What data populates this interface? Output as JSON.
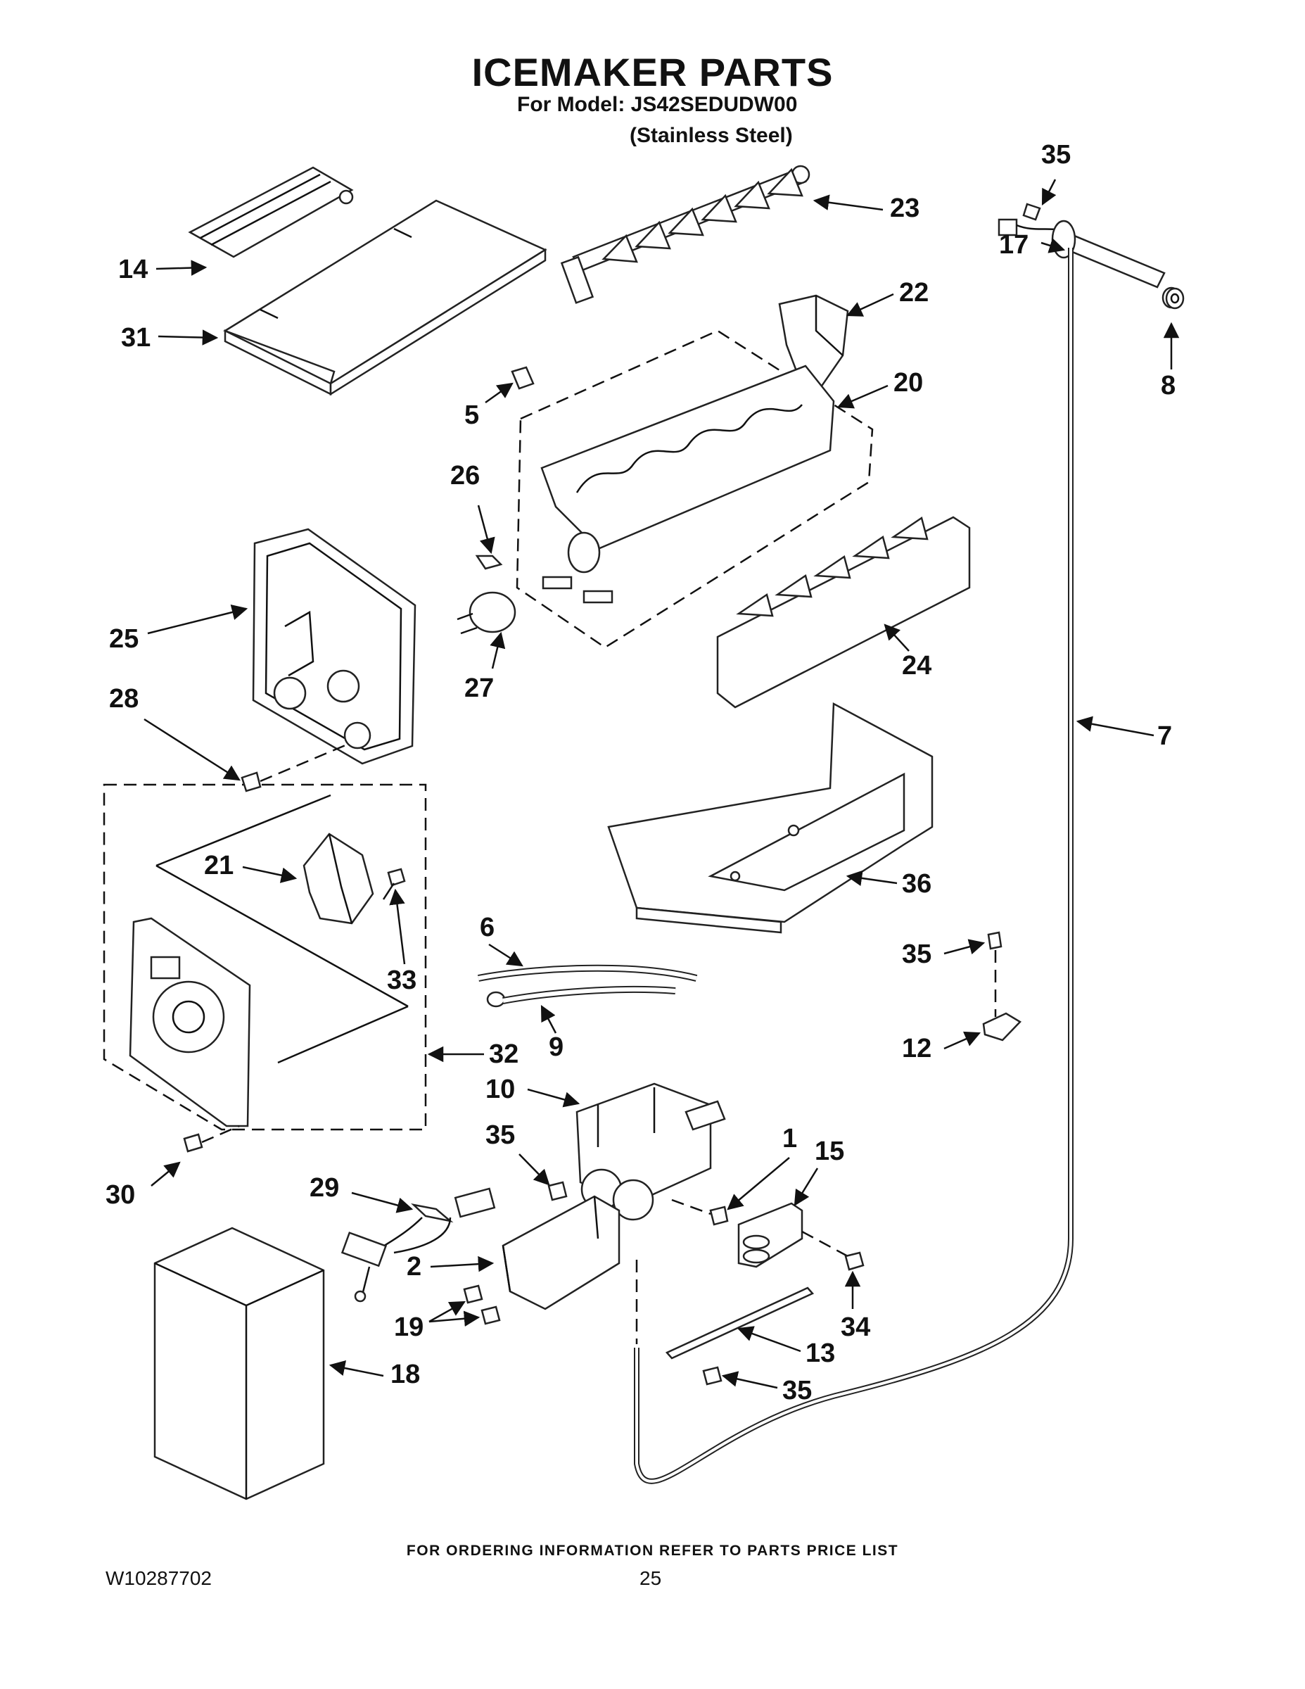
{
  "header": {
    "title": "ICEMAKER PARTS",
    "model_line": "For Model: JS42SEDUDW00",
    "variant": "(Stainless Steel)"
  },
  "footer": {
    "note": "FOR ORDERING INFORMATION REFER TO PARTS PRICE LIST",
    "doc_number": "W10287702",
    "page_number": "25"
  },
  "callouts": [
    {
      "id": "c35a",
      "label": "35"
    },
    {
      "id": "c23",
      "label": "23"
    },
    {
      "id": "c17",
      "label": "17"
    },
    {
      "id": "c14",
      "label": "14"
    },
    {
      "id": "c22",
      "label": "22"
    },
    {
      "id": "c31",
      "label": "31"
    },
    {
      "id": "c8",
      "label": "8"
    },
    {
      "id": "c20",
      "label": "20"
    },
    {
      "id": "c5",
      "label": "5"
    },
    {
      "id": "c26",
      "label": "26"
    },
    {
      "id": "c25",
      "label": "25"
    },
    {
      "id": "c24",
      "label": "24"
    },
    {
      "id": "c27",
      "label": "27"
    },
    {
      "id": "c28",
      "label": "28"
    },
    {
      "id": "c7",
      "label": "7"
    },
    {
      "id": "c21",
      "label": "21"
    },
    {
      "id": "c36",
      "label": "36"
    },
    {
      "id": "c6",
      "label": "6"
    },
    {
      "id": "c33",
      "label": "33"
    },
    {
      "id": "c35b",
      "label": "35"
    },
    {
      "id": "c9",
      "label": "9"
    },
    {
      "id": "c32",
      "label": "32"
    },
    {
      "id": "c12",
      "label": "12"
    },
    {
      "id": "c10",
      "label": "10"
    },
    {
      "id": "c1",
      "label": "1"
    },
    {
      "id": "c35c",
      "label": "35"
    },
    {
      "id": "c15",
      "label": "15"
    },
    {
      "id": "c30",
      "label": "30"
    },
    {
      "id": "c29",
      "label": "29"
    },
    {
      "id": "c2",
      "label": "2"
    },
    {
      "id": "c34",
      "label": "34"
    },
    {
      "id": "c19",
      "label": "19"
    },
    {
      "id": "c13",
      "label": "13"
    },
    {
      "id": "c18",
      "label": "18"
    },
    {
      "id": "c35d",
      "label": "35"
    }
  ]
}
